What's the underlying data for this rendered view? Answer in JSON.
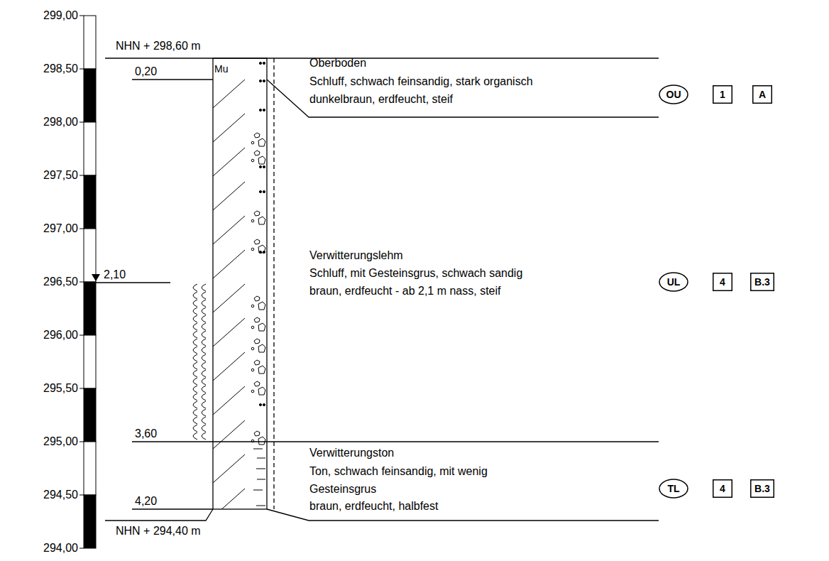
{
  "diagram": {
    "nodes": [
      {
        "text": [
          "OU"
        ]
      },
      {
        "text": [
          "1"
        ]
      },
      {
        "text": [
          "A"
        ]
      },
      {
        "text": [
          "UL"
        ]
      },
      {
        "text": [
          "4"
        ]
      },
      {
        "text": [
          "B.3"
        ]
      },
      {
        "text": [
          "TL"
        ]
      },
      {
        "text": [
          "4"
        ]
      },
      {
        "text": [
          "B.3"
        ]
      }
    ],
    "labels": [
      "299,00",
      "298,50",
      "298,00",
      "297,50",
      "297,00",
      "296,50",
      "296,00",
      "295,50",
      "295,00",
      "294,50",
      "294,00",
      "NHN + 298,60 m",
      "0,20",
      "Mu",
      "Oberboden",
      "Schluff, schwach feinsandig, stark organisch",
      "dunkelbraun, erdfeucht, steif",
      "2,10",
      "Verwitterungslehm",
      "Schluff, mit Gesteinsgrus, schwach sandig",
      "braun, erdfeucht - ab 2,1 m nass, steif",
      "3,60",
      "Verwitterungston",
      "Ton, schwach feinsandig, mit wenig Gesteinsgrus",
      "braun, erdfeucht, halbfest",
      "4,20",
      "NHN + 294,40 m"
    ]
  }
}
